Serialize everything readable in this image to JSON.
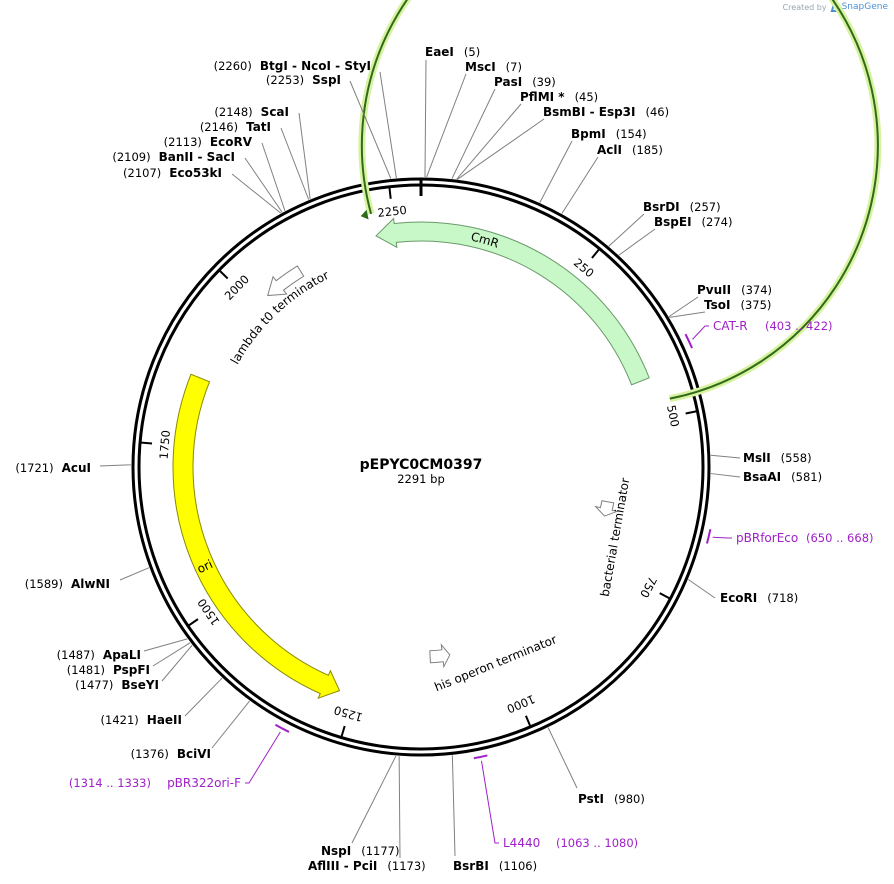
{
  "credit": {
    "created_by": "Created by",
    "brand": "SnapGene"
  },
  "plasmid": {
    "name": "pEPYC0CM0397",
    "length_label": "2291 bp",
    "length": 2291
  },
  "ticks": [
    {
      "bp": 250,
      "label": "250"
    },
    {
      "bp": 500,
      "label": "500"
    },
    {
      "bp": 750,
      "label": "750"
    },
    {
      "bp": 1000,
      "label": "1000"
    },
    {
      "bp": 1250,
      "label": "1250"
    },
    {
      "bp": 1500,
      "label": "1500"
    },
    {
      "bp": 1750,
      "label": "1750"
    },
    {
      "bp": 2000,
      "label": "2000"
    },
    {
      "bp": 2250,
      "label": "2250"
    }
  ],
  "features": [
    {
      "id": "cmr",
      "name": "CmR",
      "start": 437,
      "end": 2221,
      "color": "#c8f7c8",
      "stroke": "#6a9a6a",
      "direction": "reverse"
    },
    {
      "id": "ori",
      "name": "ori",
      "start": 1273,
      "end": 1858,
      "color": "#ffff00",
      "stroke": "#8a8a00",
      "direction": "reverse"
    },
    {
      "id": "lambda",
      "name": "lambda t0 terminator",
      "start": 2004,
      "end": 2094,
      "color": "#ffffff",
      "stroke": "#808080",
      "direction": "reverse"
    },
    {
      "id": "bacterial",
      "name": "bacterial terminator",
      "start": 640,
      "end": 670,
      "color": "#ffffff",
      "stroke": "#808080",
      "direction": "forward"
    },
    {
      "id": "hisop",
      "name": "his operon terminator",
      "start": 1065,
      "end": 1125,
      "color": "#ffffff",
      "stroke": "#808080",
      "direction": "reverse"
    }
  ],
  "enzymes": [
    {
      "name": "EaeI",
      "pos": "(5)",
      "bp": 5
    },
    {
      "name": "MscI",
      "pos": "(7)",
      "bp": 7
    },
    {
      "name": "PasI",
      "pos": "(39)",
      "bp": 39
    },
    {
      "name": "PflMI *",
      "pos": "(45)",
      "bp": 45
    },
    {
      "name": "BsmBI  -  Esp3I",
      "pos": "(46)",
      "bp": 46
    },
    {
      "name": "BpmI",
      "pos": "(154)",
      "bp": 154
    },
    {
      "name": "AclI",
      "pos": "(185)",
      "bp": 185
    },
    {
      "name": "BsrDI",
      "pos": "(257)",
      "bp": 257
    },
    {
      "name": "BspEI",
      "pos": "(274)",
      "bp": 274
    },
    {
      "name": "PvuII",
      "pos": "(374)",
      "bp": 374
    },
    {
      "name": "TsoI",
      "pos": "(375)",
      "bp": 375
    },
    {
      "name": "MslI",
      "pos": "(558)",
      "bp": 558
    },
    {
      "name": "BsaAI",
      "pos": "(581)",
      "bp": 581
    },
    {
      "name": "EcoRI",
      "pos": "(718)",
      "bp": 718
    },
    {
      "name": "PstI",
      "pos": "(980)",
      "bp": 980
    },
    {
      "name": "BsrBI",
      "pos": "(1106)",
      "bp": 1106
    },
    {
      "name": "AflIII  -  PciI",
      "pos": "(1173)",
      "bp": 1173
    },
    {
      "name": "NspI",
      "pos": "(1177)",
      "bp": 1177
    },
    {
      "name": "BciVI",
      "pos": "(1376)",
      "bp": 1376
    },
    {
      "name": "HaeII",
      "pos": "(1421)",
      "bp": 1421
    },
    {
      "name": "BseYI",
      "pos": "(1477)",
      "bp": 1477
    },
    {
      "name": "PspFI",
      "pos": "(1481)",
      "bp": 1481
    },
    {
      "name": "ApaLI",
      "pos": "(1487)",
      "bp": 1487
    },
    {
      "name": "AlwNI",
      "pos": "(1589)",
      "bp": 1589
    },
    {
      "name": "AcuI",
      "pos": "(1721)",
      "bp": 1721
    },
    {
      "name": "Eco53kI",
      "pos": "(2107)",
      "bp": 2107
    },
    {
      "name": "BanII  -  SacI",
      "pos": "(2109)",
      "bp": 2109
    },
    {
      "name": "EcoRV",
      "pos": "(2113)",
      "bp": 2113
    },
    {
      "name": "TatI",
      "pos": "(2146)",
      "bp": 2146
    },
    {
      "name": "ScaI",
      "pos": "(2148)",
      "bp": 2148
    },
    {
      "name": "SspI",
      "pos": "(2253)",
      "bp": 2253
    },
    {
      "name": "BtgI  -  NcoI  -  StyI",
      "pos": "(2260)",
      "bp": 2260
    }
  ],
  "primers": [
    {
      "name": "CAT-R",
      "pos": "(403 .. 422)",
      "start": 403,
      "end": 422
    },
    {
      "name": "pBRforEco",
      "pos": "(650 .. 668)",
      "start": 650,
      "end": 668
    },
    {
      "name": "L4440",
      "pos": "(1063 .. 1080)",
      "start": 1063,
      "end": 1080
    },
    {
      "name": "pBR322ori-F",
      "pos": "(1314 .. 1333)",
      "start": 1314,
      "end": 1333
    }
  ]
}
